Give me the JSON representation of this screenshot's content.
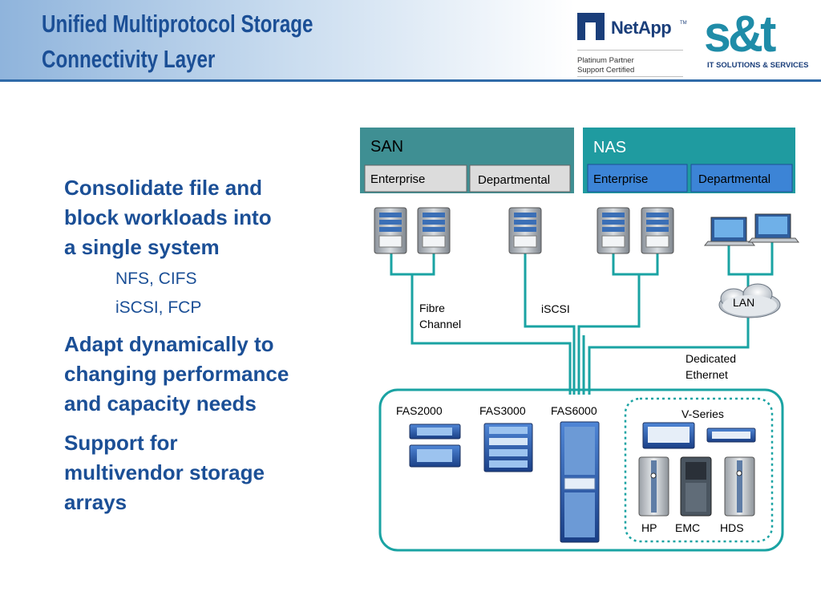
{
  "title": {
    "line1": "Unified Multiprotocol Storage",
    "line2": "Connectivity Layer"
  },
  "netapp": {
    "name": "NetApp",
    "trademark": "TM",
    "partner_line1": "Platinum Partner",
    "partner_line2": "Support Certified"
  },
  "st_logo": {
    "mark": "s&t",
    "subtitle": "IT SOLUTIONS & SERVICES"
  },
  "bullets": {
    "b1": [
      "Consolidate file and",
      "block workloads into",
      "a single system"
    ],
    "b1_sub1": "NFS, CIFS",
    "b1_sub2": "iSCSI, FCP",
    "b2": [
      "Adapt dynamically to",
      "changing performance",
      "and capacity needs"
    ],
    "b3": [
      "Support for",
      "multivendor storage",
      "arrays"
    ]
  },
  "diagram": {
    "san": {
      "label": "SAN",
      "enterprise": "Enterprise",
      "departmental": "Departmental",
      "color": "#3f8f93"
    },
    "nas": {
      "label": "NAS",
      "enterprise": "Enterprise",
      "departmental": "Departmental",
      "color": "#1f9ba0",
      "tab_color": "#3c84d6"
    },
    "labels": {
      "fibre1": "Fibre",
      "fibre2": "Channel",
      "iscsi": "iSCSI",
      "lan": "LAN",
      "dedicated1": "Dedicated",
      "dedicated2": "Ethernet"
    },
    "storage": {
      "fas2000": "FAS2000",
      "fas3000": "FAS3000",
      "fas6000": "FAS6000",
      "vseries": "V-Series",
      "hp": "HP",
      "emc": "EMC",
      "hds": "HDS"
    },
    "line_color": "#1aa3a3"
  }
}
